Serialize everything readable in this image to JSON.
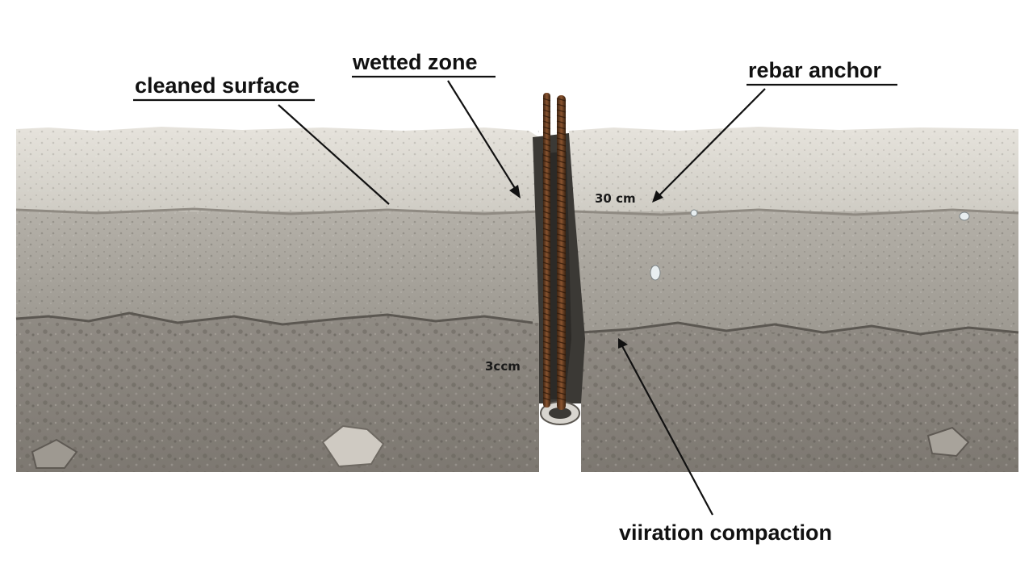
{
  "labels": {
    "cleaned_surface": "cleaned surface",
    "wetted_zone": "wetted zone",
    "rebar_anchor": "rebar anchor",
    "vibration_compaction": "viiration compaction"
  },
  "dimensions": {
    "depth_right": "30 cm",
    "depth_left": "3ccm"
  },
  "colors": {
    "concrete_top": "#d9d6cf",
    "concrete_mid": "#a8a49c",
    "subbase": "#8c8780",
    "rebar": "#6b3f22",
    "hole": "#2c2a27",
    "line": "#111111"
  }
}
